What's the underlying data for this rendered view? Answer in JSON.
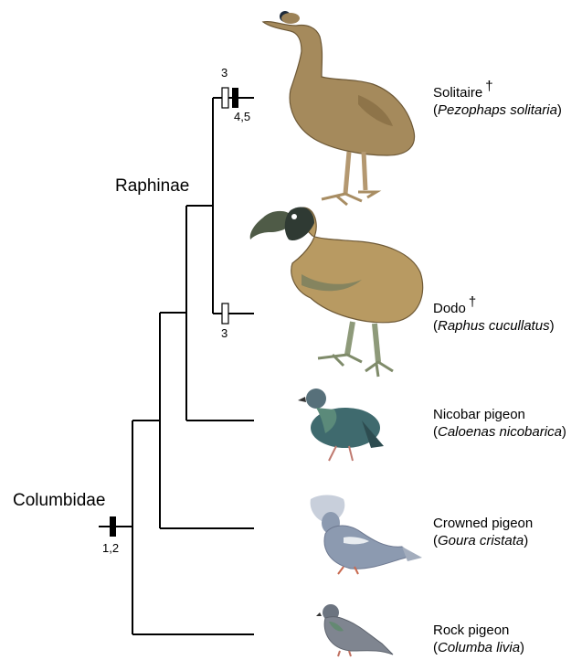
{
  "clades": {
    "columbidae": "Columbidae",
    "raphinae": "Raphinae"
  },
  "taxa": [
    {
      "common": "Solitaire",
      "scientific": "Pezophaps solitaria",
      "extinct_mark": "†"
    },
    {
      "common": "Dodo",
      "scientific": "Raphus cucullatus",
      "extinct_mark": "†"
    },
    {
      "common": "Nicobar pigeon",
      "scientific": "Caloenas nicobarica",
      "extinct_mark": ""
    },
    {
      "common": "Crowned pigeon",
      "scientific": "Goura cristata",
      "extinct_mark": ""
    },
    {
      "common": "Rock pigeon",
      "scientific": "Columba livia",
      "extinct_mark": ""
    }
  ],
  "characters": {
    "columbidae_branch": "1,2",
    "solitaire_open": "3",
    "solitaire_filled": "4,5",
    "dodo_open": "3"
  },
  "colors": {
    "branch": "#000000",
    "dodo_body": "#b89a62",
    "solitaire_body": "#a58a5c",
    "nicobar_body": "#3f6a6e",
    "crowned_body": "#8c9ab0",
    "rock_body": "#7f8590"
  },
  "illustrations": [
    "solitaire-illustration",
    "dodo-illustration",
    "nicobar-pigeon-illustration",
    "crowned-pigeon-illustration",
    "rock-pigeon-illustration"
  ]
}
